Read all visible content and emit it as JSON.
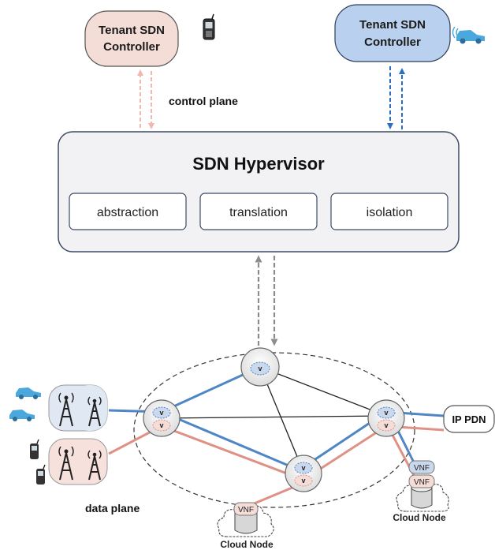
{
  "controllers": {
    "left": "Tenant SDN\nController",
    "right": "Tenant SDN\nController"
  },
  "labels": {
    "control_plane": "control plane",
    "data_plane": "data plane",
    "ip_pdn": "IP PDN"
  },
  "hypervisor": {
    "title": "SDN Hypervisor",
    "modules": [
      "abstraction",
      "translation",
      "isolation"
    ]
  },
  "node_labels": {
    "v": "v",
    "vnf": "VNF",
    "cloud_node": "Cloud Node"
  },
  "colors": {
    "tenant_red": "#e8a49b",
    "tenant_red_fill": "#f4dcd7",
    "tenant_blue": "#4f86c6",
    "tenant_blue_fill": "#b9d1ee",
    "grey_arrow": "#8c8c8c",
    "hypervisor_fill": "#f2f2f4",
    "hypervisor_border": "#3c4a66"
  },
  "icons": [
    "phone-icon",
    "car-icon",
    "antenna-tower-icon",
    "database-icon",
    "cloud-icon"
  ]
}
